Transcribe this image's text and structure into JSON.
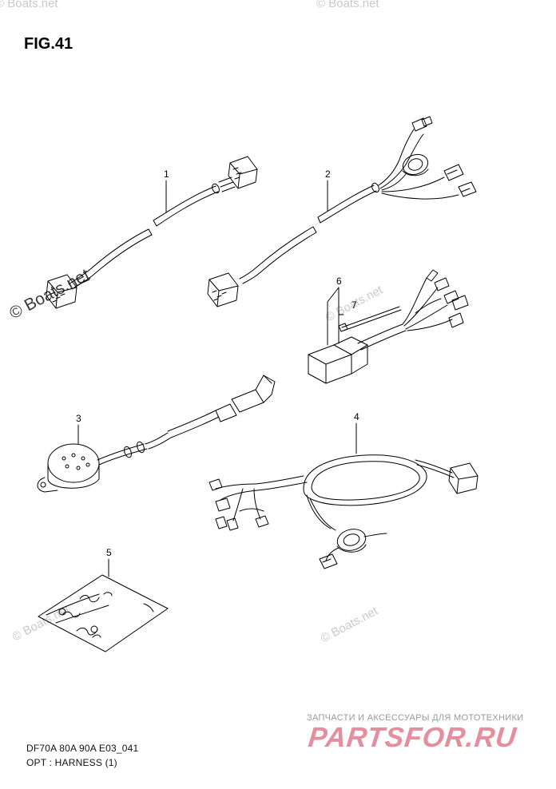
{
  "figure": {
    "title": "FIG.41",
    "code": "DF70A 80A 90A E03_041",
    "caption": "OPT : HARNESS (1)"
  },
  "parts": [
    {
      "label": "1"
    },
    {
      "label": "2"
    },
    {
      "label": "3"
    },
    {
      "label": "4"
    },
    {
      "label": "5"
    },
    {
      "label": "6"
    },
    {
      "label": "7"
    }
  ],
  "watermarks": {
    "boats": "© Boats.net",
    "promo": "ЗАПЧАСТИ И АКСЕССУАРЫ ДЛЯ МОТОТЕХНИКИ",
    "logo": "PARTSFOR.RU"
  },
  "colors": {
    "line": "#000000",
    "watermark": "#c9c9c9",
    "logo": "#e58f9e"
  }
}
